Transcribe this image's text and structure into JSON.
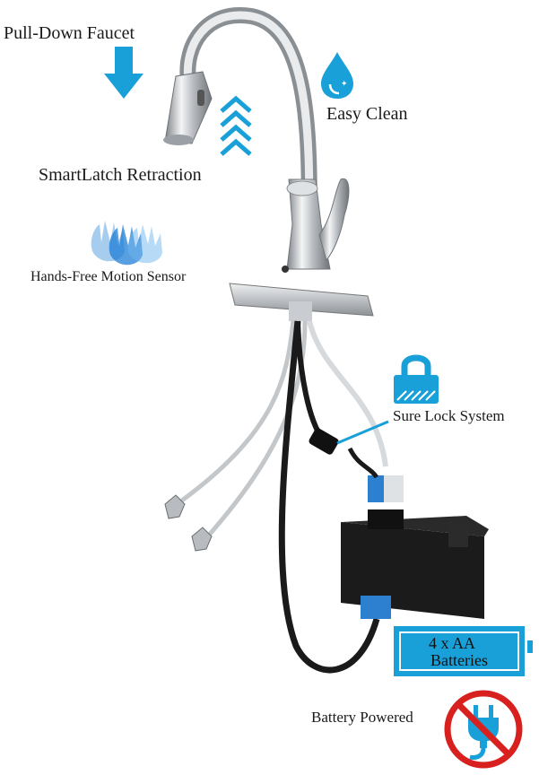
{
  "labels": {
    "pull_down": "Pull-Down Faucet",
    "easy_clean": "Easy Clean",
    "smartlatch": "SmartLatch Retraction",
    "hands_free": "Hands-Free Motion Sensor",
    "sure_lock": "Sure Lock System",
    "battery_powered": "Battery Powered"
  },
  "battery_badge": {
    "line1": "4 x AA",
    "line2": "Batteries"
  },
  "icons": {
    "pull_down": "arrow-down-icon",
    "smartlatch": "chevrons-up-icon",
    "easy_clean": "water-drop-icon",
    "hands_free": "waving-hand-icon",
    "sure_lock": "padlock-icon",
    "battery_powered": "no-plug-icon"
  },
  "colors": {
    "accent_blue": "#1aa0d8",
    "chrome": "#c9ccd0",
    "prohibition_red": "#d8201f"
  }
}
